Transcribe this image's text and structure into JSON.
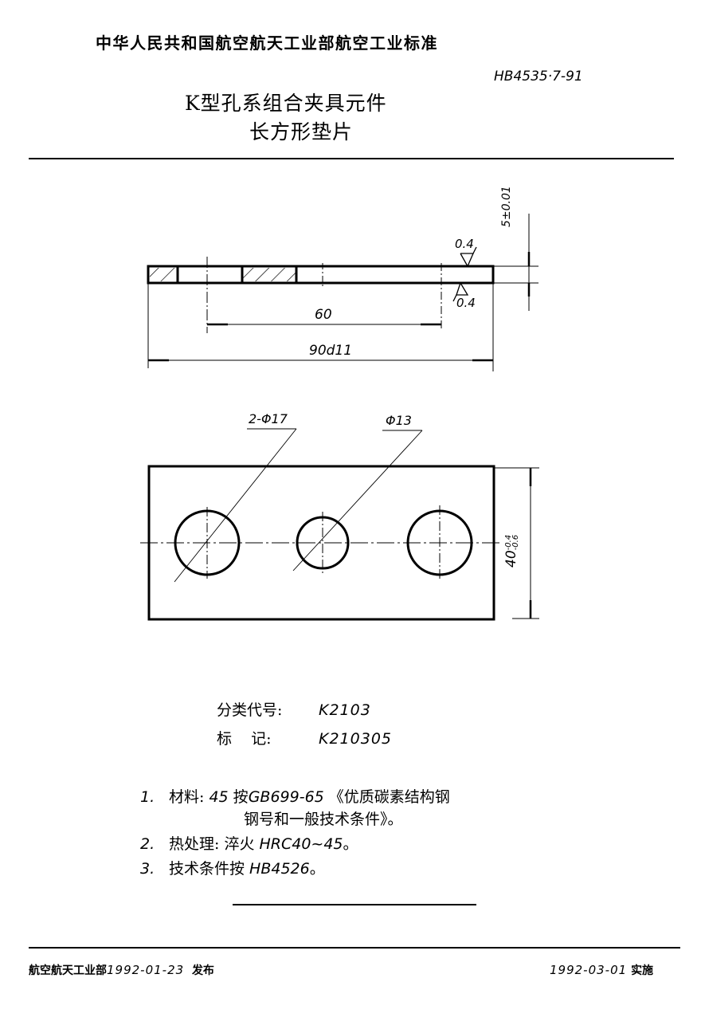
{
  "header": {
    "organization": "中华人民共和国航空航天工业部航空工业标准",
    "standard_code": "HB4535·7-91",
    "title_line1": "K型孔系组合夹具元件",
    "title_line2": "长方形垫片"
  },
  "drawing": {
    "side_view": {
      "thickness_dim": "5±0.01",
      "roughness_top": "0.4",
      "roughness_bottom": "0.4",
      "hole_spacing_dim": "60",
      "length_dim": "90d11"
    },
    "top_view": {
      "large_holes_label": "2-Φ17",
      "small_hole_label": "Φ13",
      "width_dim_base": "40",
      "width_dim_upper": "-0.4",
      "width_dim_lower": "-0.6"
    }
  },
  "meta": {
    "class_code_label": "分类代号:",
    "class_code_value": "K2103",
    "mark_label": "标    记:",
    "mark_value": "K210305"
  },
  "notes": [
    {
      "num": "1.",
      "text_a": "材料: ",
      "text_b": "45",
      "text_c": " 按",
      "text_d": "GB699-65",
      "text_e": " 《优质碳素结构钢",
      "cont": "钢号和一般技术条件》。"
    },
    {
      "num": "2.",
      "text_a": "热处理: 淬火 ",
      "text_b": "HRC40~45",
      "text_c": "。"
    },
    {
      "num": "3.",
      "text_a": "技术条件按 ",
      "text_b": "HB4526",
      "text_c": "。"
    }
  ],
  "footer": {
    "issuer": "航空航天工业部",
    "issue_date": "1992-01-23",
    "issue_label": "发布",
    "effective_date": "1992-03-01",
    "effective_label": "实施"
  }
}
